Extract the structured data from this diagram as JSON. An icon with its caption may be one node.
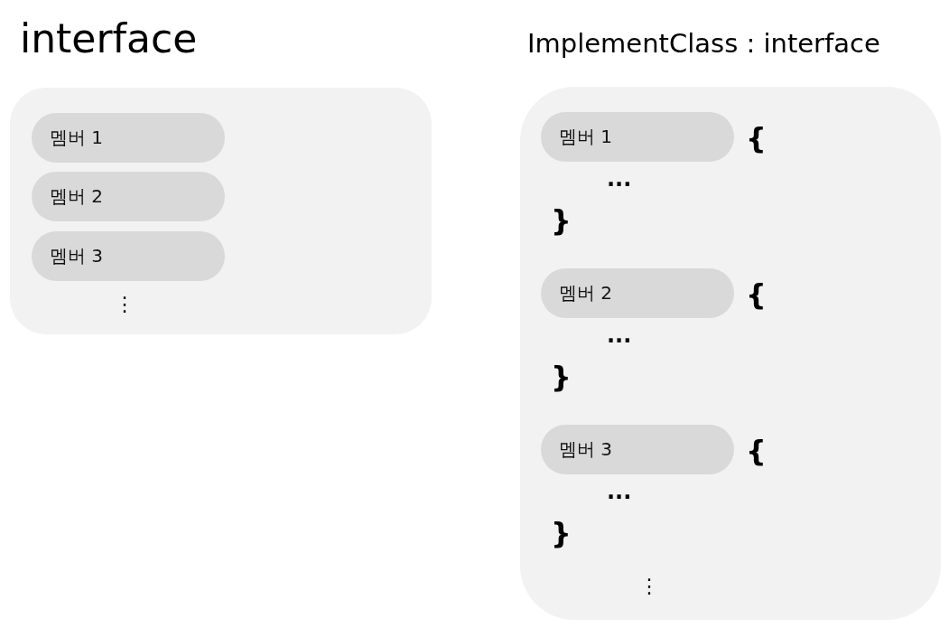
{
  "diagram": {
    "nodes": [
      {
        "text": [
          "interface"
        ]
      },
      {
        "text": [
          "멤버 1"
        ],
        "in": 0
      },
      {
        "text": [
          "멤버 2"
        ],
        "in": 0
      },
      {
        "text": [
          "멤버 3"
        ],
        "in": 0
      },
      {
        "text": [
          "ImplementClass : interface"
        ]
      },
      {
        "text": [
          "멤버 1"
        ],
        "in": 4
      },
      {
        "text": [
          "멤버 2"
        ],
        "in": 4
      },
      {
        "text": [
          "멤버 3"
        ],
        "in": 4
      }
    ],
    "labels": [
      "⋮",
      "{",
      "...",
      "}",
      "{",
      "...",
      "}",
      "{",
      "...",
      "}",
      "⋮"
    ]
  }
}
